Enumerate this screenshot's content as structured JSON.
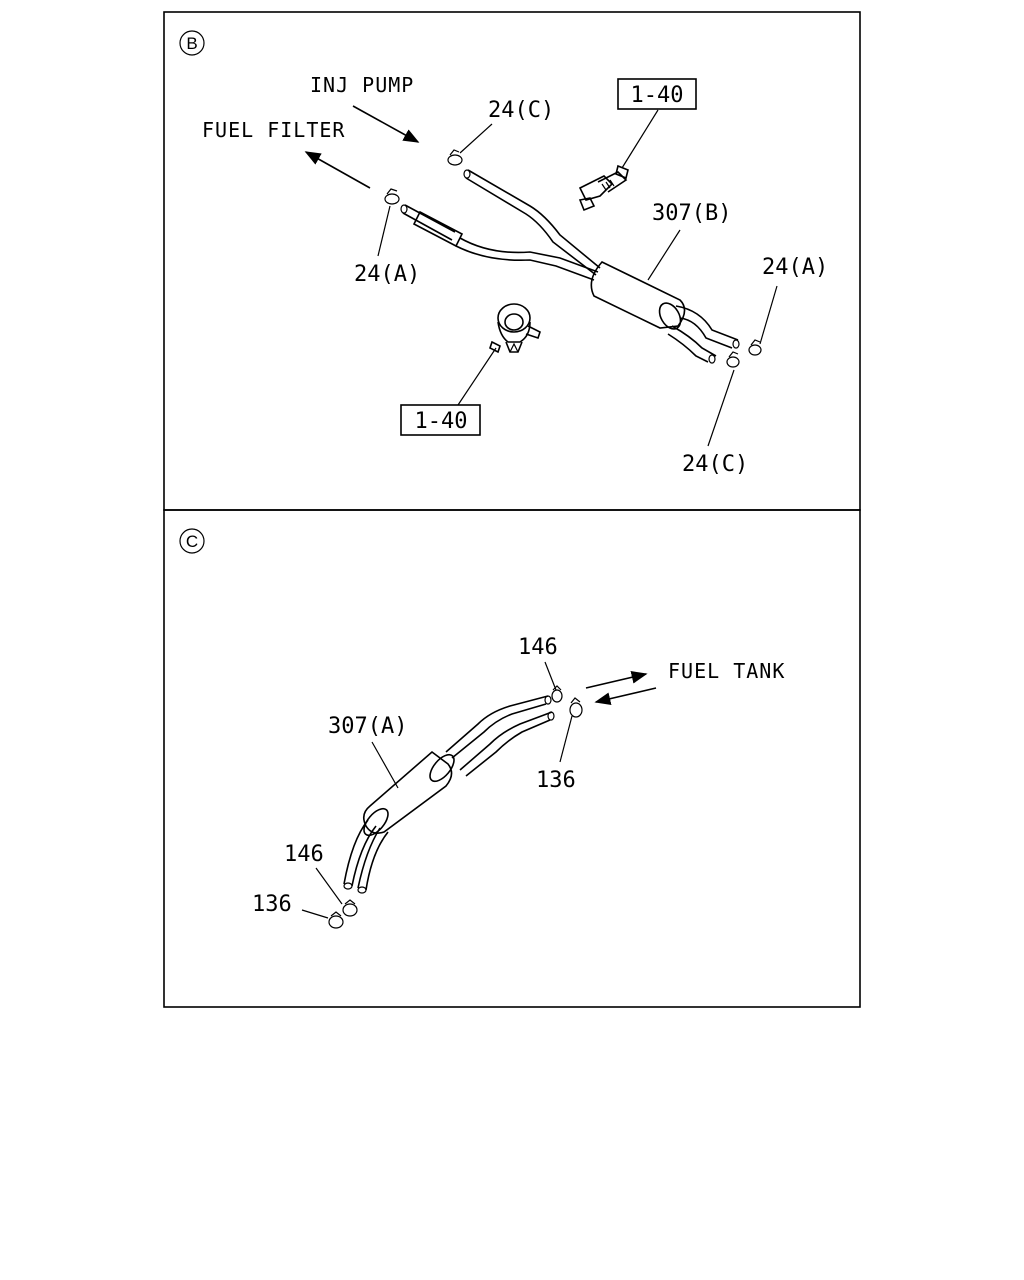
{
  "panel_b": {
    "circle_label": "B",
    "inj_pump": "INJ PUMP",
    "fuel_filter": "FUEL FILTER",
    "ref_top": "1-40",
    "ref_bottom": "1-40",
    "part_307b": "307(B)",
    "part_24c_top": "24(C)",
    "part_24a_left": "24(A)",
    "part_24a_right": "24(A)",
    "part_24c_bottom": "24(C)"
  },
  "panel_c": {
    "circle_label": "C",
    "fuel_tank": "FUEL TANK",
    "part_146_top": "146",
    "part_136_top": "136",
    "part_307a": "307(A)",
    "part_146_bottom": "146",
    "part_136_bottom": "136"
  }
}
